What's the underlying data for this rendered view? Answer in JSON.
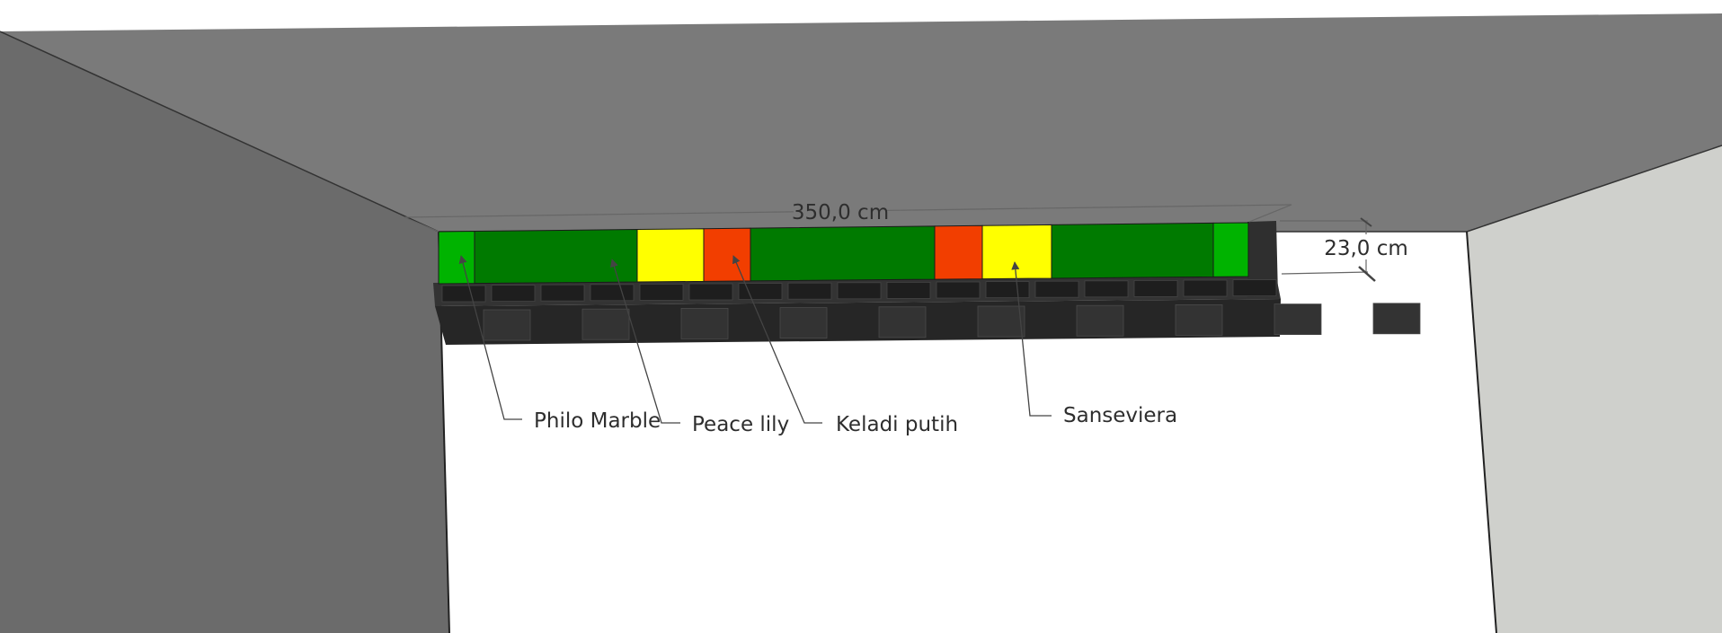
{
  "dimensions": {
    "length_label": "350,0 cm",
    "depth_label": "23,0 cm"
  },
  "planter_segments": [
    {
      "plant": "Philo Marble",
      "color": "#00b300"
    },
    {
      "plant": "Peace lily",
      "color": "#007a00"
    },
    {
      "plant": "Sanseviera",
      "color": "#ffff00"
    },
    {
      "plant": "Keladi putih",
      "color": "#f23e00"
    },
    {
      "plant": "Peace lily",
      "color": "#007a00"
    },
    {
      "plant": "Keladi putih",
      "color": "#f23e00"
    },
    {
      "plant": "Sanseviera",
      "color": "#ffff00"
    },
    {
      "plant": "Peace lily",
      "color": "#007a00"
    },
    {
      "plant": "Philo Marble",
      "color": "#00b300"
    }
  ],
  "callouts": {
    "philo_marble": "Philo Marble",
    "peace_lily": "Peace lily",
    "keladi_putih": "Keladi putih",
    "sanseviera": "Sanseviera"
  },
  "colors": {
    "ceiling": "#7a7a7a",
    "left_wall": "#6b6b6b",
    "right_wall": "#cfd0cc",
    "back_wall": "#ffffff",
    "planter_body": "#2a2a2a"
  }
}
